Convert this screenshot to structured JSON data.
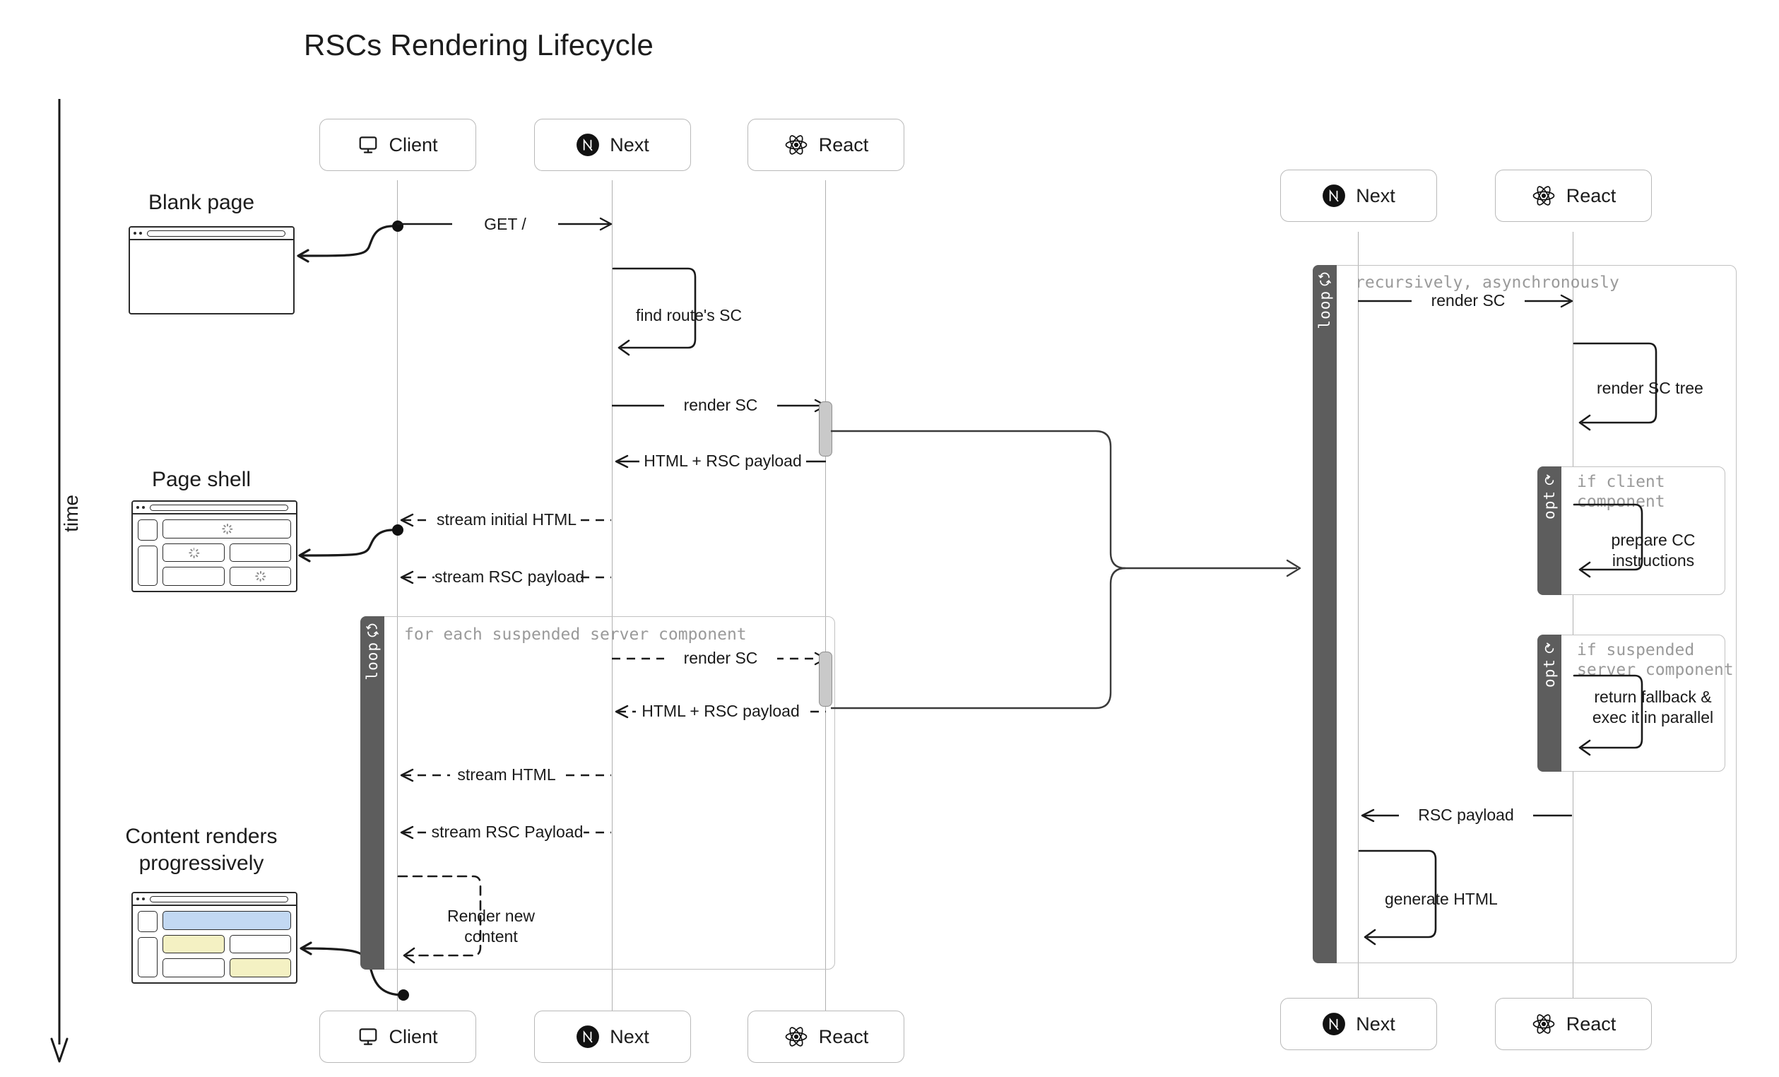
{
  "page": {
    "title": "RSCs Rendering Lifecycle",
    "time_axis_label": "time"
  },
  "left_panel": {
    "participants_top": [
      {
        "label": "Client",
        "icon": "monitor-icon"
      },
      {
        "label": "Next",
        "icon": "nextjs-logo-icon"
      },
      {
        "label": "React",
        "icon": "react-logo-icon"
      }
    ],
    "participants_bottom": [
      {
        "label": "Client",
        "icon": "monitor-icon"
      },
      {
        "label": "Next",
        "icon": "nextjs-logo-icon"
      },
      {
        "label": "React",
        "icon": "react-logo-icon"
      }
    ],
    "captions": [
      {
        "text": "Blank page"
      },
      {
        "text": "Page shell"
      },
      {
        "text": "Content renders progressively"
      }
    ],
    "messages": [
      {
        "label": "GET /",
        "from": "Client",
        "to": "Next",
        "style": "solid"
      },
      {
        "label": "find route's SC",
        "from": "Next",
        "to": "Next",
        "style": "solid"
      },
      {
        "label": "render SC",
        "from": "Next",
        "to": "React",
        "style": "solid"
      },
      {
        "label": "HTML + RSC payload",
        "from": "React",
        "to": "Next",
        "style": "solid"
      },
      {
        "label": "stream initial HTML",
        "from": "Next",
        "to": "Client",
        "style": "dashed"
      },
      {
        "label": "stream RSC payload",
        "from": "Next",
        "to": "Client",
        "style": "dashed"
      },
      {
        "label": "render SC",
        "from": "Next",
        "to": "React",
        "style": "dashed"
      },
      {
        "label": "HTML + RSC payload",
        "from": "React",
        "to": "Next",
        "style": "dashed"
      },
      {
        "label": "stream HTML",
        "from": "Next",
        "to": "Client",
        "style": "dashed"
      },
      {
        "label": "stream RSC Payload",
        "from": "Next",
        "to": "Client",
        "style": "dashed"
      },
      {
        "label": "Render new content",
        "from": "Client",
        "to": "Client",
        "style": "dashed"
      }
    ],
    "fragment": {
      "kind": "loop",
      "condition": "for each suspended server component"
    }
  },
  "right_panel": {
    "participants_top": [
      {
        "label": "Next",
        "icon": "nextjs-logo-icon"
      },
      {
        "label": "React",
        "icon": "react-logo-icon"
      }
    ],
    "participants_bottom": [
      {
        "label": "Next",
        "icon": "nextjs-logo-icon"
      },
      {
        "label": "React",
        "icon": "react-logo-icon"
      }
    ],
    "fragments": [
      {
        "kind": "loop",
        "condition": "recursively, asynchronously"
      },
      {
        "kind": "opt",
        "condition": "if client\ncomponent"
      },
      {
        "kind": "opt",
        "condition": "if suspended\nserver component"
      }
    ],
    "messages": [
      {
        "label": "render SC",
        "from": "Next",
        "to": "React",
        "style": "solid"
      },
      {
        "label": "render SC tree",
        "from": "React",
        "to": "React",
        "style": "solid"
      },
      {
        "label": "prepare CC instructions",
        "from": "React",
        "to": "React",
        "style": "solid"
      },
      {
        "label": "return fallback & exec it in parallel",
        "from": "React",
        "to": "React",
        "style": "solid"
      },
      {
        "label": "RSC payload",
        "from": "React",
        "to": "Next",
        "style": "solid"
      },
      {
        "label": "generate HTML",
        "from": "Next",
        "to": "Next",
        "style": "solid"
      }
    ]
  },
  "colors": {
    "activation_fill": "#c9c9c9",
    "activation_stroke": "#8e8e8e",
    "fragment_tab": "#5d5d5d",
    "fragment_border": "#c2c2c2",
    "condition_text": "#9a9a9a",
    "mock_blue": "#c2d8f2",
    "mock_yellow": "#f4f1c3",
    "line": "#1a1a1a"
  }
}
